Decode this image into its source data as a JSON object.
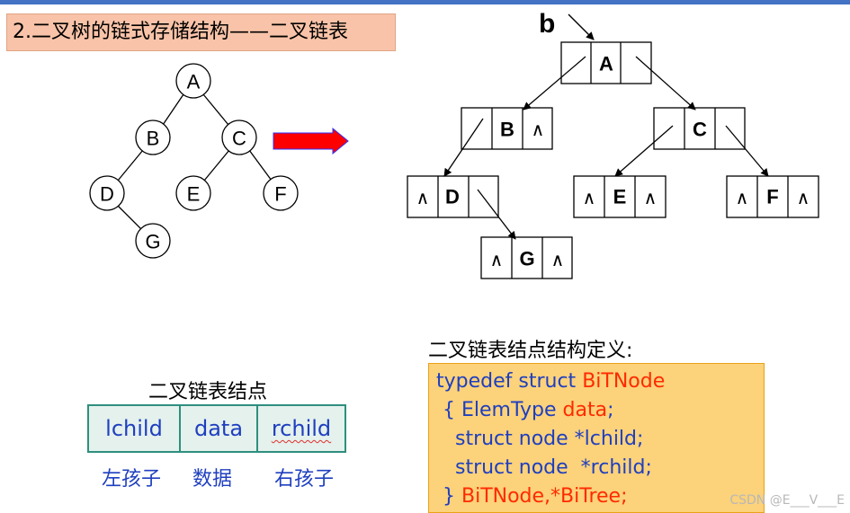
{
  "title": "2.二叉树的链式存储结构——二叉链表",
  "tree": {
    "nodes": [
      "A",
      "B",
      "C",
      "D",
      "E",
      "F",
      "G"
    ]
  },
  "linked": {
    "root_pointer": "b",
    "null_symbol": "∧",
    "nodes": [
      "A",
      "B",
      "C",
      "D",
      "E",
      "F",
      "G"
    ]
  },
  "node_caption": "二叉链表结点",
  "node_fields": [
    "lchild",
    "data",
    "rchild"
  ],
  "field_captions": [
    "左孩子",
    "数据",
    "右孩子"
  ],
  "code_caption": "二叉链表结点结构定义:",
  "code": {
    "l1a": "typedef struct ",
    "l1b": "BiTNode",
    "l2a": " { ElemType ",
    "l2b": "data",
    "l2c": ";",
    "l3": "   struct node *lchild;",
    "l4": "   struct node  *rchild;",
    "l5a": " } ",
    "l5b": "BiTNode,*BiTree;"
  },
  "watermark": "CSDN @E___V___E",
  "colors": {
    "title_bg": "#f8c3a8",
    "node_table_border": "#2e8f7e",
    "node_table_bg": "#e4f1ec",
    "field_text": "#1f3fbf",
    "code_bg": "#fcd27a",
    "code_border": "#e8a21a",
    "code_keyword": "#ff2a00",
    "arrow_fill": "#ff0000",
    "arrow_border": "#3030ff"
  }
}
